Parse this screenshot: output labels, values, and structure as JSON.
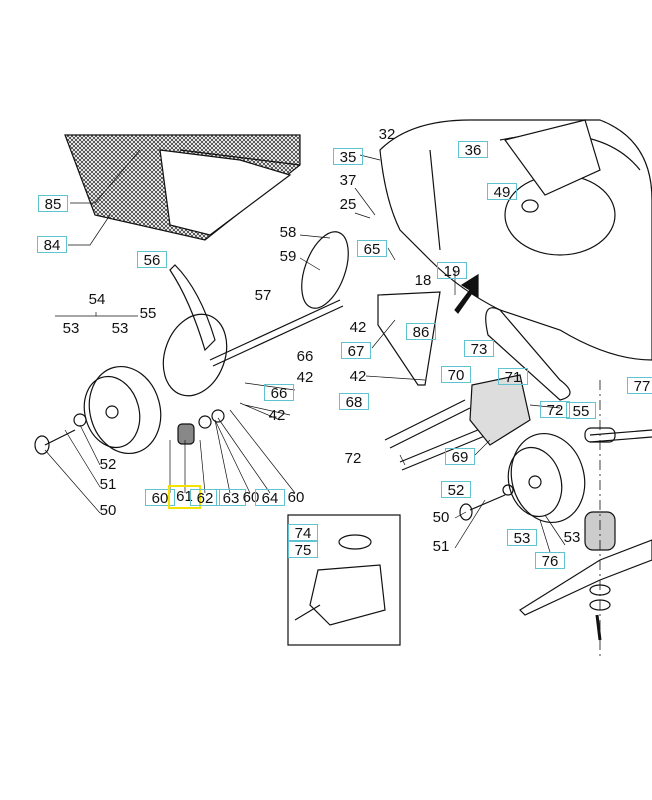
{
  "diagram": {
    "highlight_color": "#f2e200",
    "box_color": "#5fc3d0",
    "labels": [
      {
        "id": "l32",
        "text": "32",
        "boxed": false
      },
      {
        "id": "l35",
        "text": "35",
        "boxed": true
      },
      {
        "id": "l36",
        "text": "36",
        "boxed": true
      },
      {
        "id": "l37",
        "text": "37",
        "boxed": false
      },
      {
        "id": "l25",
        "text": "25",
        "boxed": false
      },
      {
        "id": "l49",
        "text": "49",
        "boxed": true
      },
      {
        "id": "l85",
        "text": "85",
        "boxed": true
      },
      {
        "id": "l84",
        "text": "84",
        "boxed": true
      },
      {
        "id": "l58",
        "text": "58",
        "boxed": false
      },
      {
        "id": "l59",
        "text": "59",
        "boxed": false
      },
      {
        "id": "l65",
        "text": "65",
        "boxed": true
      },
      {
        "id": "l56",
        "text": "56",
        "boxed": true
      },
      {
        "id": "l19",
        "text": "19",
        "boxed": true
      },
      {
        "id": "l18",
        "text": "18",
        "boxed": false
      },
      {
        "id": "l57",
        "text": "57",
        "boxed": false
      },
      {
        "id": "l54",
        "text": "54",
        "boxed": false
      },
      {
        "id": "l53a",
        "text": "53",
        "boxed": false
      },
      {
        "id": "l53b",
        "text": "53",
        "boxed": false
      },
      {
        "id": "l55a",
        "text": "55",
        "boxed": false
      },
      {
        "id": "l42a",
        "text": "42",
        "boxed": false
      },
      {
        "id": "l86",
        "text": "86",
        "boxed": true
      },
      {
        "id": "l67",
        "text": "67",
        "boxed": true
      },
      {
        "id": "l73",
        "text": "73",
        "boxed": true
      },
      {
        "id": "l66a",
        "text": "66",
        "boxed": false
      },
      {
        "id": "l42b",
        "text": "42",
        "boxed": false
      },
      {
        "id": "l42c",
        "text": "42",
        "boxed": false
      },
      {
        "id": "l70",
        "text": "70",
        "boxed": true
      },
      {
        "id": "l71",
        "text": "71",
        "boxed": true
      },
      {
        "id": "l77",
        "text": "77",
        "boxed": true
      },
      {
        "id": "l66b",
        "text": "66",
        "boxed": true
      },
      {
        "id": "l42d",
        "text": "42",
        "boxed": false
      },
      {
        "id": "l68",
        "text": "68",
        "boxed": true
      },
      {
        "id": "l72a",
        "text": "72",
        "boxed": true
      },
      {
        "id": "l55b",
        "text": "55",
        "boxed": true
      },
      {
        "id": "l72b",
        "text": "72",
        "boxed": false
      },
      {
        "id": "l69",
        "text": "69",
        "boxed": true
      },
      {
        "id": "l52a",
        "text": "52",
        "boxed": false
      },
      {
        "id": "l51a",
        "text": "51",
        "boxed": false
      },
      {
        "id": "l50a",
        "text": "50",
        "boxed": false
      },
      {
        "id": "l60a",
        "text": "60",
        "boxed": true
      },
      {
        "id": "l61",
        "text": "61",
        "boxed": false,
        "highlighted": true
      },
      {
        "id": "l62",
        "text": "62",
        "boxed": true
      },
      {
        "id": "l63",
        "text": "63",
        "boxed": true
      },
      {
        "id": "l60b",
        "text": "60",
        "boxed": false
      },
      {
        "id": "l64",
        "text": "64",
        "boxed": true
      },
      {
        "id": "l60c",
        "text": "60",
        "boxed": false
      },
      {
        "id": "l52b",
        "text": "52",
        "boxed": true
      },
      {
        "id": "l50b",
        "text": "50",
        "boxed": false
      },
      {
        "id": "l51b",
        "text": "51",
        "boxed": false
      },
      {
        "id": "l53c",
        "text": "53",
        "boxed": true
      },
      {
        "id": "l53d",
        "text": "53",
        "boxed": false
      },
      {
        "id": "l76",
        "text": "76",
        "boxed": true
      },
      {
        "id": "l74",
        "text": "74",
        "boxed": true
      },
      {
        "id": "l75",
        "text": "75",
        "boxed": true
      }
    ]
  }
}
